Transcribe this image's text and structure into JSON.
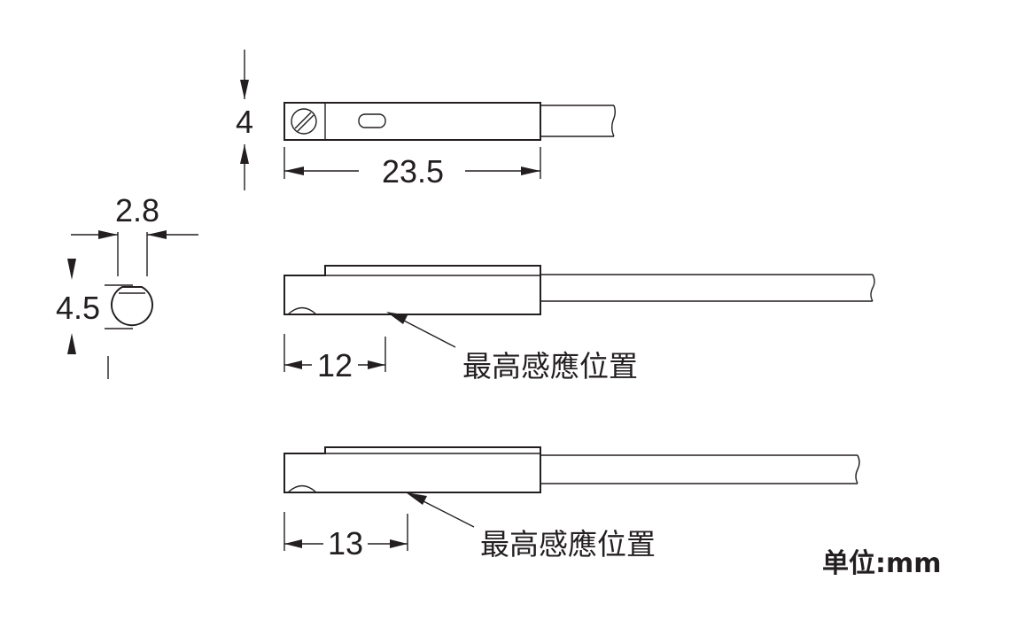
{
  "top_view": {
    "height_dim": "4",
    "length_dim": "23.5"
  },
  "end_view": {
    "width_dim": "2.8",
    "height_dim": "4.5"
  },
  "side_view_1": {
    "position_dim": "12",
    "label": "最高感應位置"
  },
  "side_view_2": {
    "position_dim": "13",
    "label": "最高感應位置"
  },
  "unit_label": "单位:mm",
  "colors": {
    "line": "#231f20",
    "background": "#ffffff"
  }
}
